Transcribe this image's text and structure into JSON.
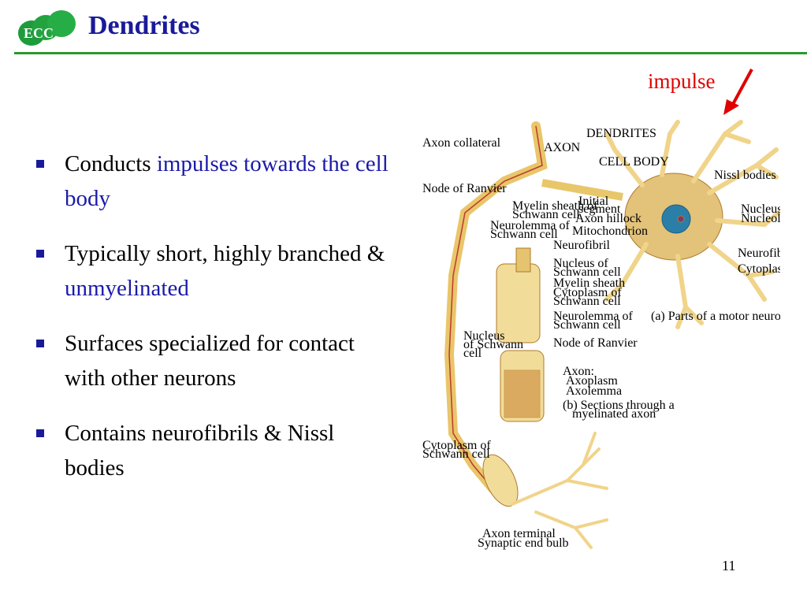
{
  "header": {
    "logo_text": "ECC",
    "title": "Dendrites"
  },
  "annotation": {
    "impulse_label": "impulse"
  },
  "bullets": [
    {
      "plain": "Conducts ",
      "highlight": "impulses towards the cell body",
      "tail": ""
    },
    {
      "plain": "Typically short, highly branched & ",
      "highlight": "unmyelinated",
      "tail": ""
    },
    {
      "plain": "Surfaces specialized for contact with other neurons",
      "highlight": "",
      "tail": ""
    },
    {
      "plain": "Contains neurofibrils & Nissl bodies",
      "highlight": "",
      "tail": ""
    }
  ],
  "figure": {
    "labels": {
      "axon_collateral": "Axon collateral",
      "axon": "AXON",
      "dendrites": "DENDRITES",
      "cell_body": "CELL BODY",
      "nissl_bodies": "Nissl bodies",
      "node_of_ranvier": "Node of Ranvier",
      "myelin_sheath": "Myelin sheath of",
      "myelin_sheath_2": "Schwann cell",
      "initial_segment": "Initial",
      "initial_segment_2": "segment",
      "axon_hillock": "Axon hillock",
      "neurolemma": "Neurolemma of",
      "neurolemma_2": "Schwann cell",
      "mitochondrion": "Mitochondrion",
      "nucleus": "Nucleus",
      "nucleolus": "Nucleolus",
      "neurofibril": "Neurofibril",
      "neurofibril_2": "Neurofibril",
      "cytoplasm": "Cytoplasm",
      "nucleus_schwann": "Nucleus of",
      "nucleus_schwann_2": "Schwann cell",
      "myelin_sheath_b": "Myelin sheath",
      "cytoplasm_schwann": "Cytoplasm of",
      "cytoplasm_schwann_2": "Schwann cell",
      "neurolemma_b": "Neurolemma of",
      "neurolemma_b_2": "Schwann cell",
      "caption_a": "(a) Parts of a motor neuron",
      "nucleus_side": "Nucleus",
      "nucleus_side_2": "of Schwann",
      "nucleus_side_3": "cell",
      "node_of_ranvier_b": "Node of Ranvier",
      "axon_b": "Axon:",
      "axoplasm": "Axoplasm",
      "axolemma": "Axolemma",
      "caption_b": "(b) Sections through a",
      "caption_b_2": "myelinated axon",
      "cytoplasm_of": "Cytoplasm of",
      "cytoplasm_of_2": "Schwann cell",
      "axon_terminal": "Axon terminal",
      "synaptic_end_bulb": "Synaptic end bulb"
    }
  },
  "footer": {
    "page_number": "11"
  }
}
